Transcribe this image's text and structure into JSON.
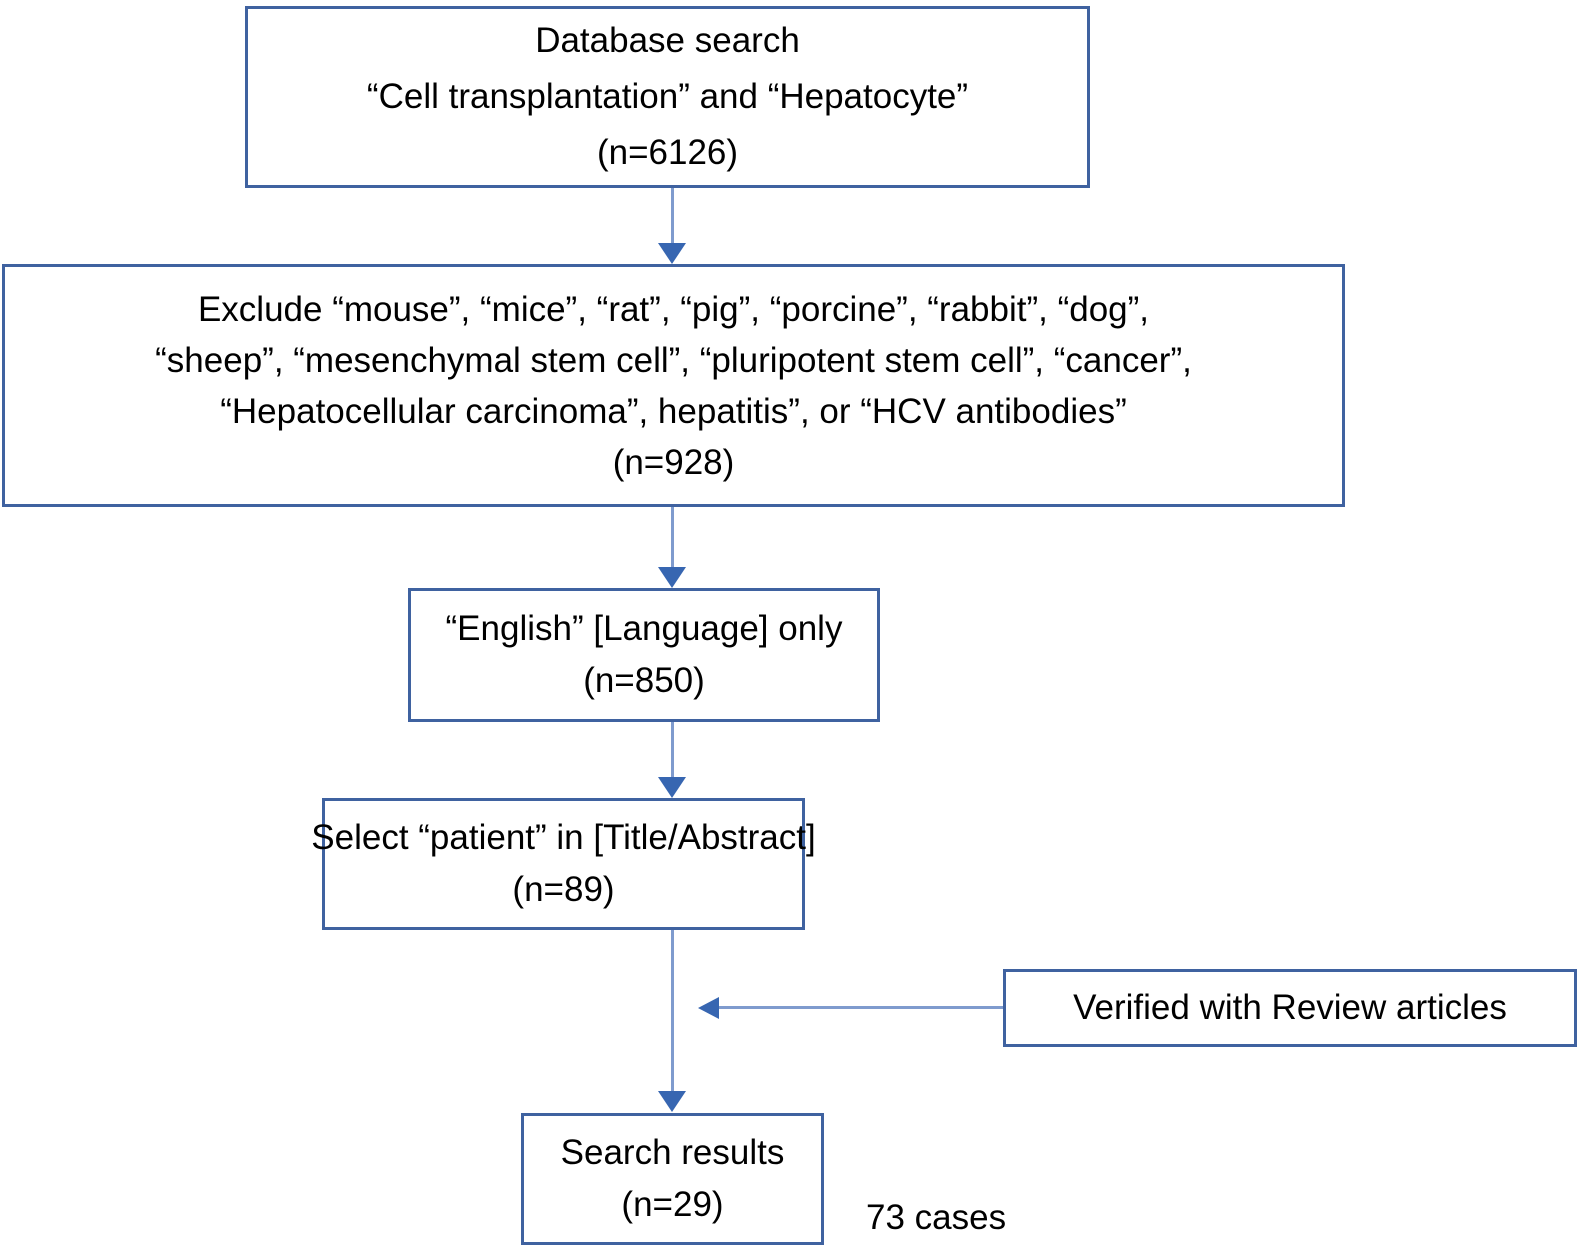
{
  "colors": {
    "box_border": "#3f62a0",
    "arrow_line": "#7f9bce",
    "arrow_head": "#3766b1",
    "text": "#000000",
    "background": "#ffffff"
  },
  "flow": {
    "boxes": {
      "database_search": {
        "lines": [
          "Database search",
          "“Cell transplantation” and “Hepatocyte”",
          "(n=6126)"
        ]
      },
      "exclude": {
        "lines": [
          "Exclude “mouse”, “mice”, “rat”, “pig”, “porcine”, “rabbit”, “dog”,",
          "“sheep”, “mesenchymal stem cell”, “pluripotent stem cell”, “cancer”,",
          "“Hepatocellular carcinoma”, hepatitis”, or “HCV antibodies”",
          "(n=928)"
        ]
      },
      "english_only": {
        "lines": [
          "“English” [Language] only",
          "(n=850)"
        ]
      },
      "select_patient": {
        "lines": [
          "Select “patient” in [Title/Abstract]",
          "(n=89)"
        ]
      },
      "verified": {
        "lines": [
          "Verified with Review articles"
        ]
      },
      "search_results": {
        "lines": [
          "Search results",
          "(n=29)"
        ]
      }
    },
    "side_label": "73 cases"
  }
}
